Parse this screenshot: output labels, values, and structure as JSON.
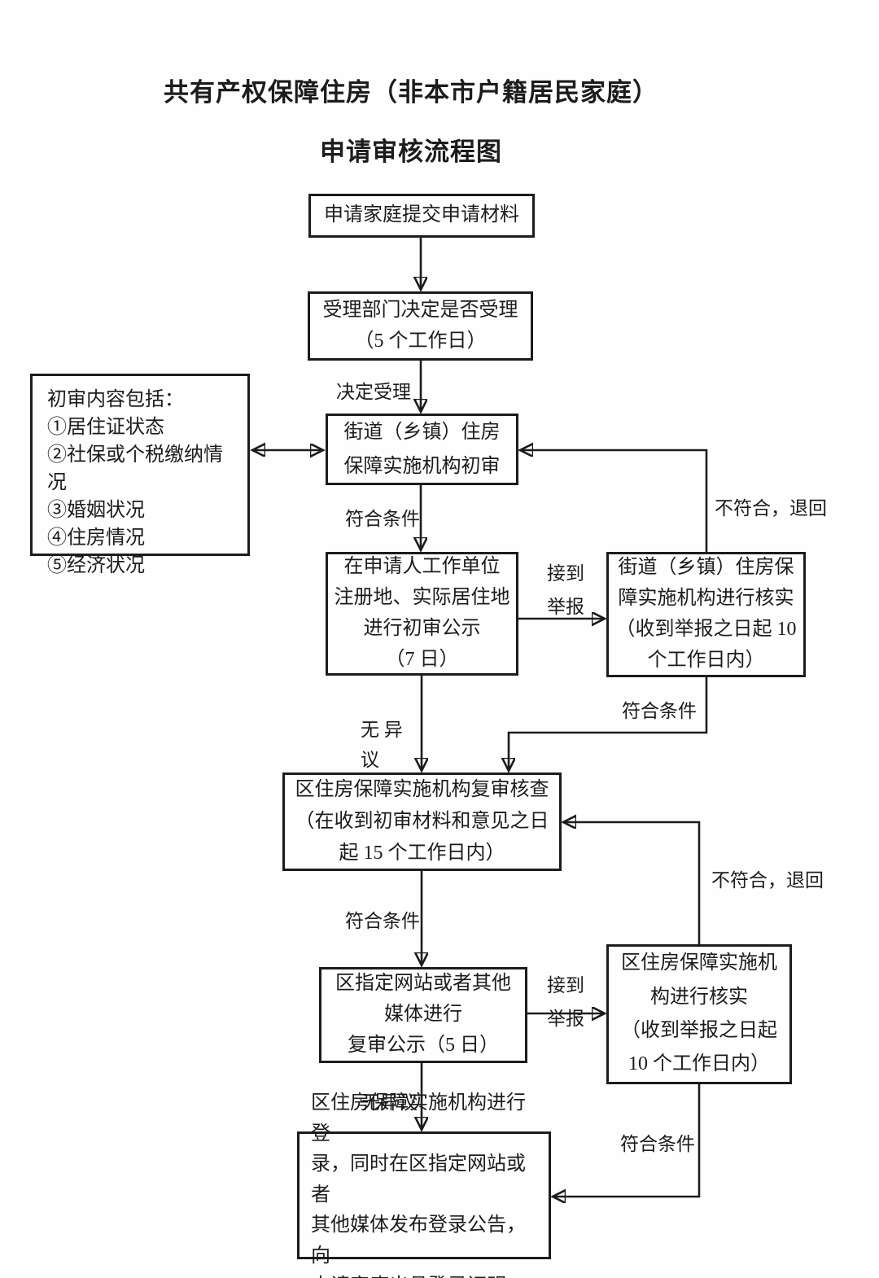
{
  "colors": {
    "background": "#fefefe",
    "ink": "#1c1c1c"
  },
  "title": {
    "line1": "共有产权保障住房（非本市户籍居民家庭）",
    "line2": "申请审核流程图"
  },
  "nodes": {
    "submit": "申请家庭提交申请材料",
    "acceptance": "受理部门决定是否受理\n（5 个工作日）",
    "initial_review": "街道（乡镇）住房\n保障实施机构初审",
    "initial_review_note": "初审内容包括：\n①居住证状态\n②社保或个税缴纳情况\n③婚姻状况\n④住房情况\n⑤经济状况",
    "initial_publicity": "在申请人工作单位\n注册地、实际居住地\n进行初审公示\n（7 日）",
    "street_verification": "街道（乡镇）住房保\n障实施机构进行核实\n（收到举报之日起 10\n个工作日内）",
    "district_recheck": "区住房保障实施机构复审核查\n（在收到初审材料和意见之日\n起 15 个工作日内）",
    "recheck_publicity": "区指定网站或者其他\n媒体进行\n复审公示（5 日）",
    "district_verification": "区住房保障实施机\n构进行核实\n（收到举报之日起\n10 个工作日内）",
    "registration": "区住房保障实施机构进行登\n录，同时在区指定网站或者\n其他媒体发布登录公告，向\n申请家庭出具登录证明"
  },
  "edge_labels": {
    "decide_accept": "决定受理",
    "qualified_1": "符合条件",
    "not_qualified_return_1": "不符合，退回",
    "report_received_1": "接到\n举报",
    "qualified_2": "符合条件",
    "no_objection_1": "无  异\n议",
    "qualified_3": "符合条件",
    "not_qualified_return_2": "不符合，退回",
    "report_received_2": "接到\n举报",
    "no_objection_2": "无异议",
    "qualified_4": "符合条件"
  }
}
